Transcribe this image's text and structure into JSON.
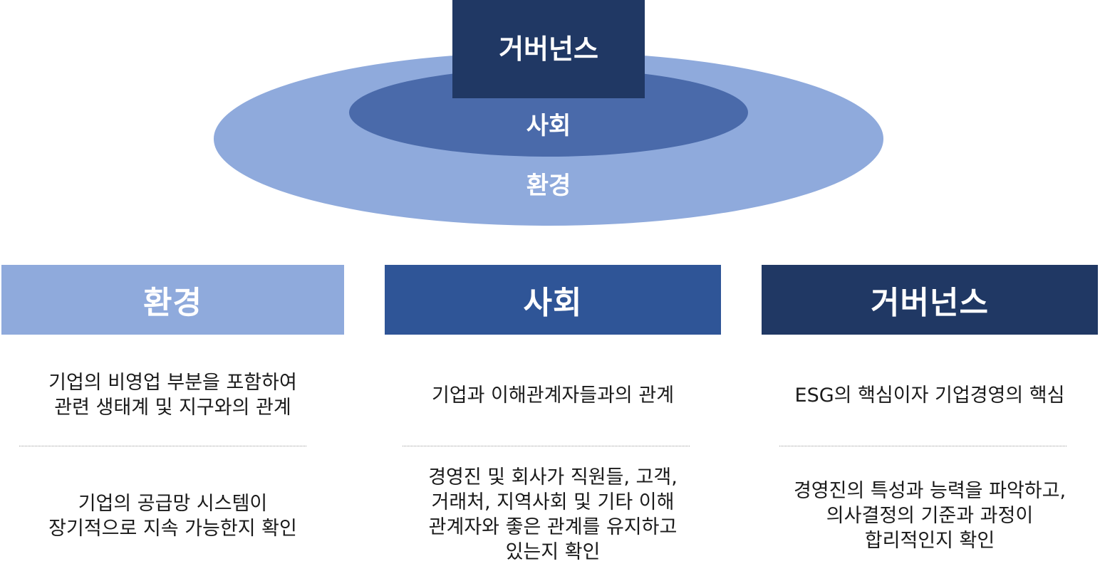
{
  "diagram": {
    "outer_ellipse_label": "환경",
    "inner_ellipse_label": "사회",
    "top_box_label": "거버넌스",
    "colors": {
      "environment": "#8faadc",
      "society": "#4a6aaa",
      "society_header": "#2f5597",
      "governance": "#203864"
    }
  },
  "columns": [
    {
      "title": "환경",
      "description_1": "기업의 비영업 부분을 포함하여\n관련 생태계 및 지구와의 관계",
      "description_2": "기업의 공급망 시스템이\n장기적으로 지속 가능한지 확인"
    },
    {
      "title": "사회",
      "description_1": "기업과 이해관계자들과의 관계",
      "description_2": "경영진 및 회사가 직원들, 고객,\n거래처, 지역사회 및 기타 이해\n관계자와 좋은 관계를 유지하고\n있는지 확인"
    },
    {
      "title": "거버넌스",
      "description_1": "ESG의 핵심이자 기업경영의 핵심",
      "description_2": "경영진의 특성과 능력을 파악하고,\n의사결정의 기준과 과정이\n합리적인지 확인"
    }
  ]
}
